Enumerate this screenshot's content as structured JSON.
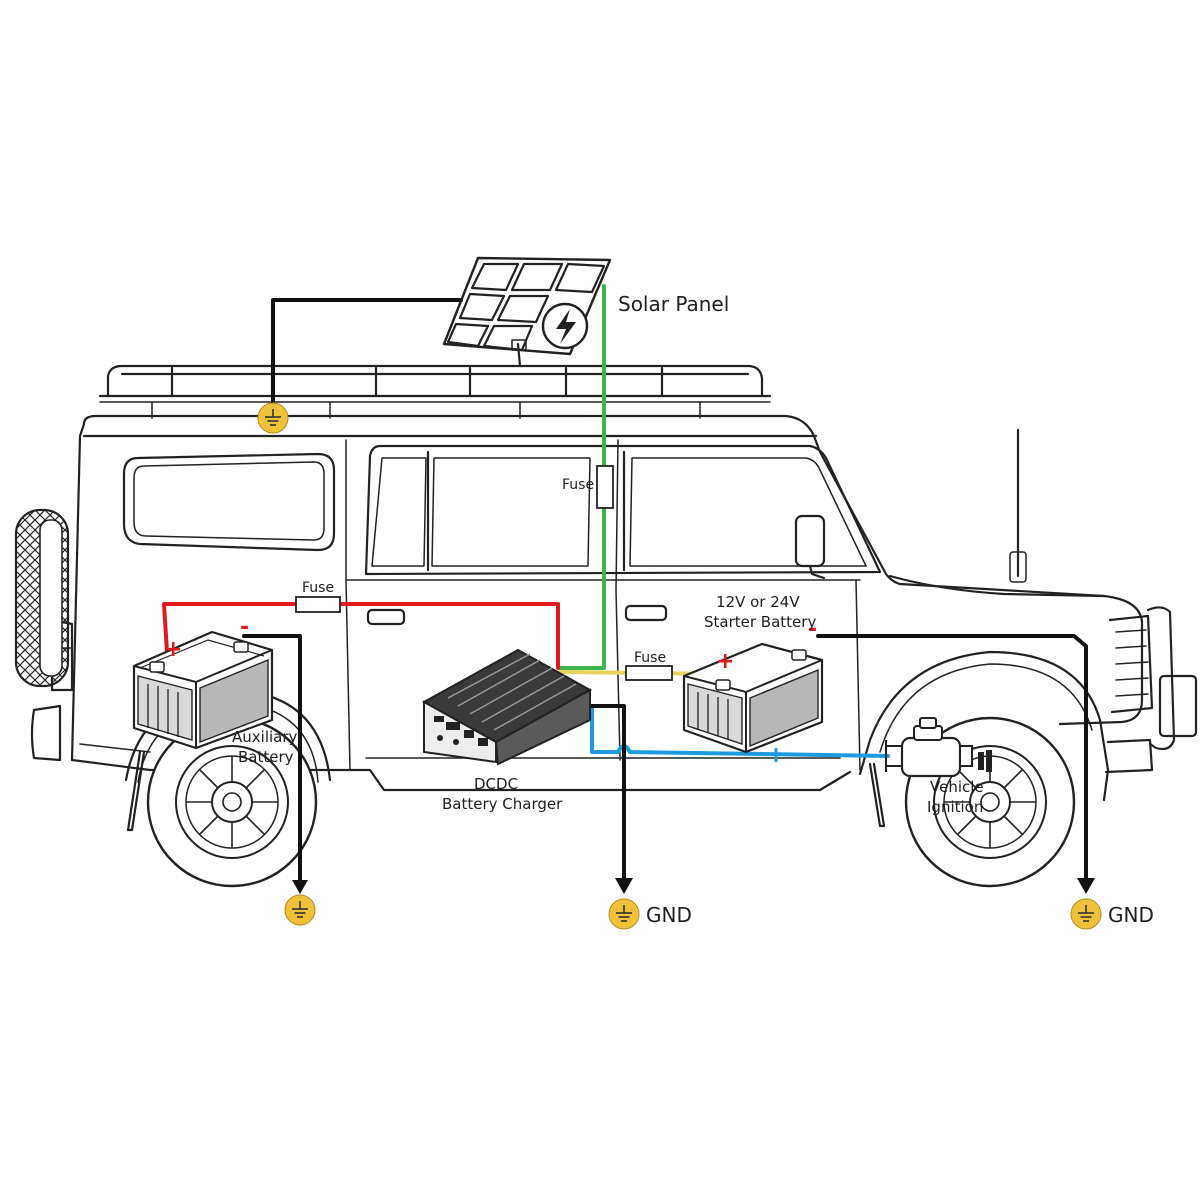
{
  "labels": {
    "solar_panel": "Solar Panel",
    "fuse_top": "Fuse",
    "fuse_left": "Fuse",
    "fuse_mid": "Fuse",
    "starter_line1": "12V or 24V",
    "starter_line2": "Starter Battery",
    "aux_line1": "Auxiliary",
    "aux_line2": "Battery",
    "dcdc_line1": "DCDC",
    "dcdc_line2": "Battery Charger",
    "ignition_line1": "Vehicle",
    "ignition_line2": "Ignition",
    "gnd_center": "GND",
    "gnd_right": "GND",
    "plus_aux": "+",
    "minus_aux": "-",
    "plus_starter": "+",
    "minus_starter": "-"
  },
  "icons": [
    "solar-panel-icon",
    "lightning-bolt-icon",
    "battery-icon",
    "dcdc-charger-icon",
    "ignition-icon",
    "ground-symbol-icon",
    "arrow-down-icon"
  ],
  "colors": {
    "positive_wire": "#e0191f",
    "solar_wire": "#3cb54a",
    "ground_wire": "#111111",
    "ignition_wire": "#1e9be0",
    "charge_wire": "#e8d45a",
    "ground_badge": "#f0c23a"
  }
}
